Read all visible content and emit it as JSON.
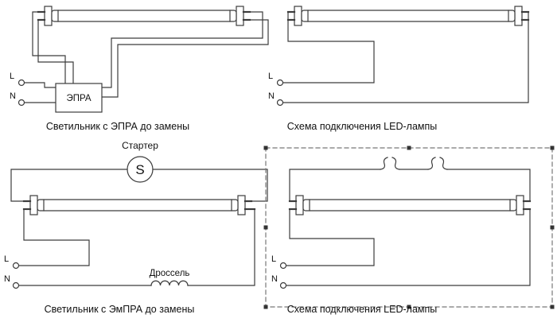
{
  "colors": {
    "line": "#3c3c3c",
    "text": "#111111",
    "background": "#ffffff",
    "handle": "#333333"
  },
  "diagrams": {
    "top_left": {
      "caption": "Светильник с ЭПРА до замены",
      "ballast_label": "ЭПРА",
      "line_label": "L",
      "neutral_label": "N"
    },
    "top_right": {
      "caption": "Схема подключения LED-лампы",
      "line_label": "L",
      "neutral_label": "N"
    },
    "bottom_left": {
      "caption": "Светильник с ЭмПРА до замены",
      "starter_label": "Стартер",
      "starter_symbol": "S",
      "choke_label": "Дроссель",
      "line_label": "L",
      "neutral_label": "N"
    },
    "bottom_right": {
      "caption": "Схема подключения LED-лампы",
      "line_label": "L",
      "neutral_label": "N"
    }
  }
}
